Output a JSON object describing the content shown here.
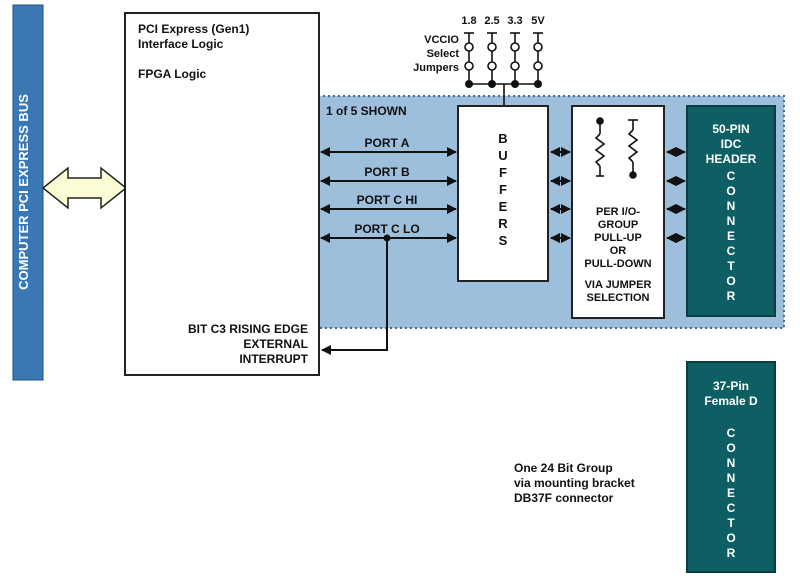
{
  "bus": {
    "label": "COMPUTER  PCI  EXPRESS BUS"
  },
  "fpga": {
    "title_line1": "PCI Express (Gen1)",
    "title_line2": "Interface Logic",
    "subtitle": "FPGA Logic",
    "interrupt_line1": "BIT C3 RISING EDGE",
    "interrupt_line2": "EXTERNAL",
    "interrupt_line3": "INTERRUPT"
  },
  "group_label": "1 of 5 SHOWN",
  "ports": [
    "PORT A",
    "PORT B",
    "PORT C HI",
    "PORT C LO"
  ],
  "vccio": {
    "voltages": [
      "1.8",
      "2.5",
      "3.3",
      "5V"
    ],
    "label_line1": "VCCIO",
    "label_line2": "Select",
    "label_line3": "Jumpers"
  },
  "buffers": {
    "letters": [
      "B",
      "U",
      "F",
      "F",
      "E",
      "R",
      "S"
    ]
  },
  "pull": {
    "line1": "PER I/O-",
    "line2": "GROUP",
    "line3": "PULL-UP",
    "line4": "OR",
    "line5": "PULL-DOWN",
    "line6": "VIA JUMPER",
    "line7": "SELECTION"
  },
  "idc": {
    "line1": "50-PIN",
    "line2": "IDC",
    "line3": "HEADER",
    "letters": [
      "C",
      "O",
      "N",
      "N",
      "E",
      "C",
      "T",
      "O",
      "R"
    ]
  },
  "dconn": {
    "line1": "37-Pin",
    "line2": "Female D",
    "letters": [
      "C",
      "O",
      "N",
      "N",
      "E",
      "C",
      "T",
      "O",
      "R"
    ]
  },
  "note": {
    "line1": "One 24 Bit Group",
    "line2": "via mounting bracket",
    "line3": "DB37F connector"
  },
  "colors": {
    "bus_blue": "#3a78b5",
    "region_blue": "#9dbfdc",
    "arrow_fill": "#fbfbd6",
    "connector_teal": "#0d5f63"
  }
}
